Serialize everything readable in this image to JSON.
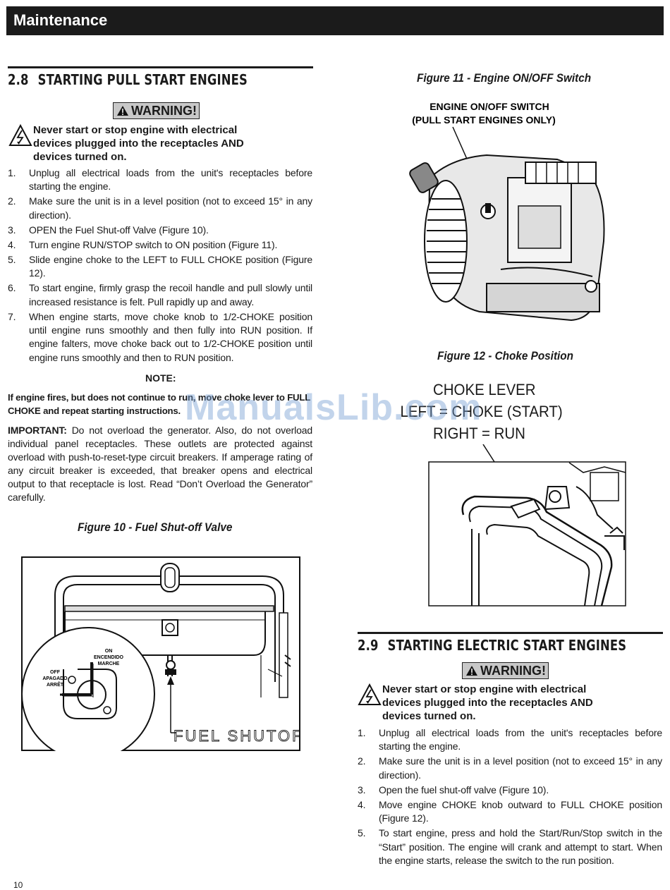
{
  "header": {
    "title": "Maintenance"
  },
  "watermark": "ManualsLib.com",
  "page_number": "10",
  "section_28": {
    "number": "2.8",
    "title": "STARTING PULL START ENGINES",
    "warning_label": "WARNING!",
    "warning_lines": [
      "Never start or stop engine with electrical",
      "devices plugged into the receptacles AND",
      "devices turned on."
    ],
    "steps": [
      {
        "n": "1.",
        "text": "Unplug all electrical loads from the unit's receptacles before starting the engine."
      },
      {
        "n": "2.",
        "text": "Make sure the unit is in a level position (not to exceed 15° in any direction)."
      },
      {
        "n": "3.",
        "text": "OPEN the Fuel Shut-off Valve (Figure 10)."
      },
      {
        "n": "4.",
        "text": "Turn engine RUN/STOP switch to ON position (Figure 11)."
      },
      {
        "n": "5.",
        "text": "Slide engine choke to the LEFT to FULL CHOKE position (Figure 12)."
      },
      {
        "n": "6.",
        "text": "To start engine, firmly grasp the recoil handle and pull slowly until increased resistance is felt. Pull rapidly up and away."
      },
      {
        "n": "7.",
        "text": "When engine starts, move choke knob to 1/2-CHOKE position until engine runs smoothly and then fully into RUN position. If engine falters, move choke back out to 1/2-CHOKE position until engine runs smoothly and then to RUN position."
      }
    ],
    "note_heading": "NOTE:",
    "note_text": "If engine fires, but does not continue to run, move choke lever to FULL CHOKE and repeat starting instructions.",
    "important_label": "IMPORTANT:",
    "important_text": " Do not overload the generator. Also, do not overload individual panel receptacles. These outlets are protected against overload with push-to-reset-type circuit breakers. If amperage rating of any circuit breaker is exceeded, that breaker opens and electrical output to that receptacle is lost. Read “Don’t Overload the Generator” carefully."
  },
  "figure_10": {
    "caption": "Figure 10 - Fuel Shut-off Valve",
    "label_on": [
      "ON",
      "ENCENDIDO",
      "MARCHE"
    ],
    "label_off": [
      "OFF",
      "APAGADO",
      "ARRÊT"
    ],
    "label_fuel": "FUEL SHUTOFF"
  },
  "figure_11": {
    "caption": "Figure 11 - Engine ON/OFF Switch",
    "label_lines": [
      "ENGINE ON/OFF SWITCH",
      "(PULL START ENGINES ONLY)"
    ]
  },
  "figure_12": {
    "caption": "Figure 12 - Choke Position",
    "label_lines": [
      "CHOKE LEVER",
      "LEFT = CHOKE (START)",
      "RIGHT = RUN"
    ]
  },
  "section_29": {
    "number": "2.9",
    "title": "STARTING ELECTRIC START ENGINES",
    "warning_label": "WARNING!",
    "warning_lines": [
      "Never start or stop engine with electrical",
      "devices plugged into the receptacles AND",
      "devices turned on."
    ],
    "steps": [
      {
        "n": "1.",
        "text": "Unplug all electrical loads from the unit's receptacles before starting the engine."
      },
      {
        "n": "2.",
        "text": "Make sure the unit is in a level position (not to exceed 15° in any direction)."
      },
      {
        "n": "3.",
        "text": "Open the fuel shut-off valve (Figure 10)."
      },
      {
        "n": "4.",
        "text": "Move engine CHOKE knob outward to FULL CHOKE position (Figure 12)."
      },
      {
        "n": "5.",
        "text": "To start engine, press and hold the Start/Run/Stop switch in the “Start” position. The engine will crank and attempt to start. When the engine starts, release the switch to the run position."
      }
    ]
  }
}
